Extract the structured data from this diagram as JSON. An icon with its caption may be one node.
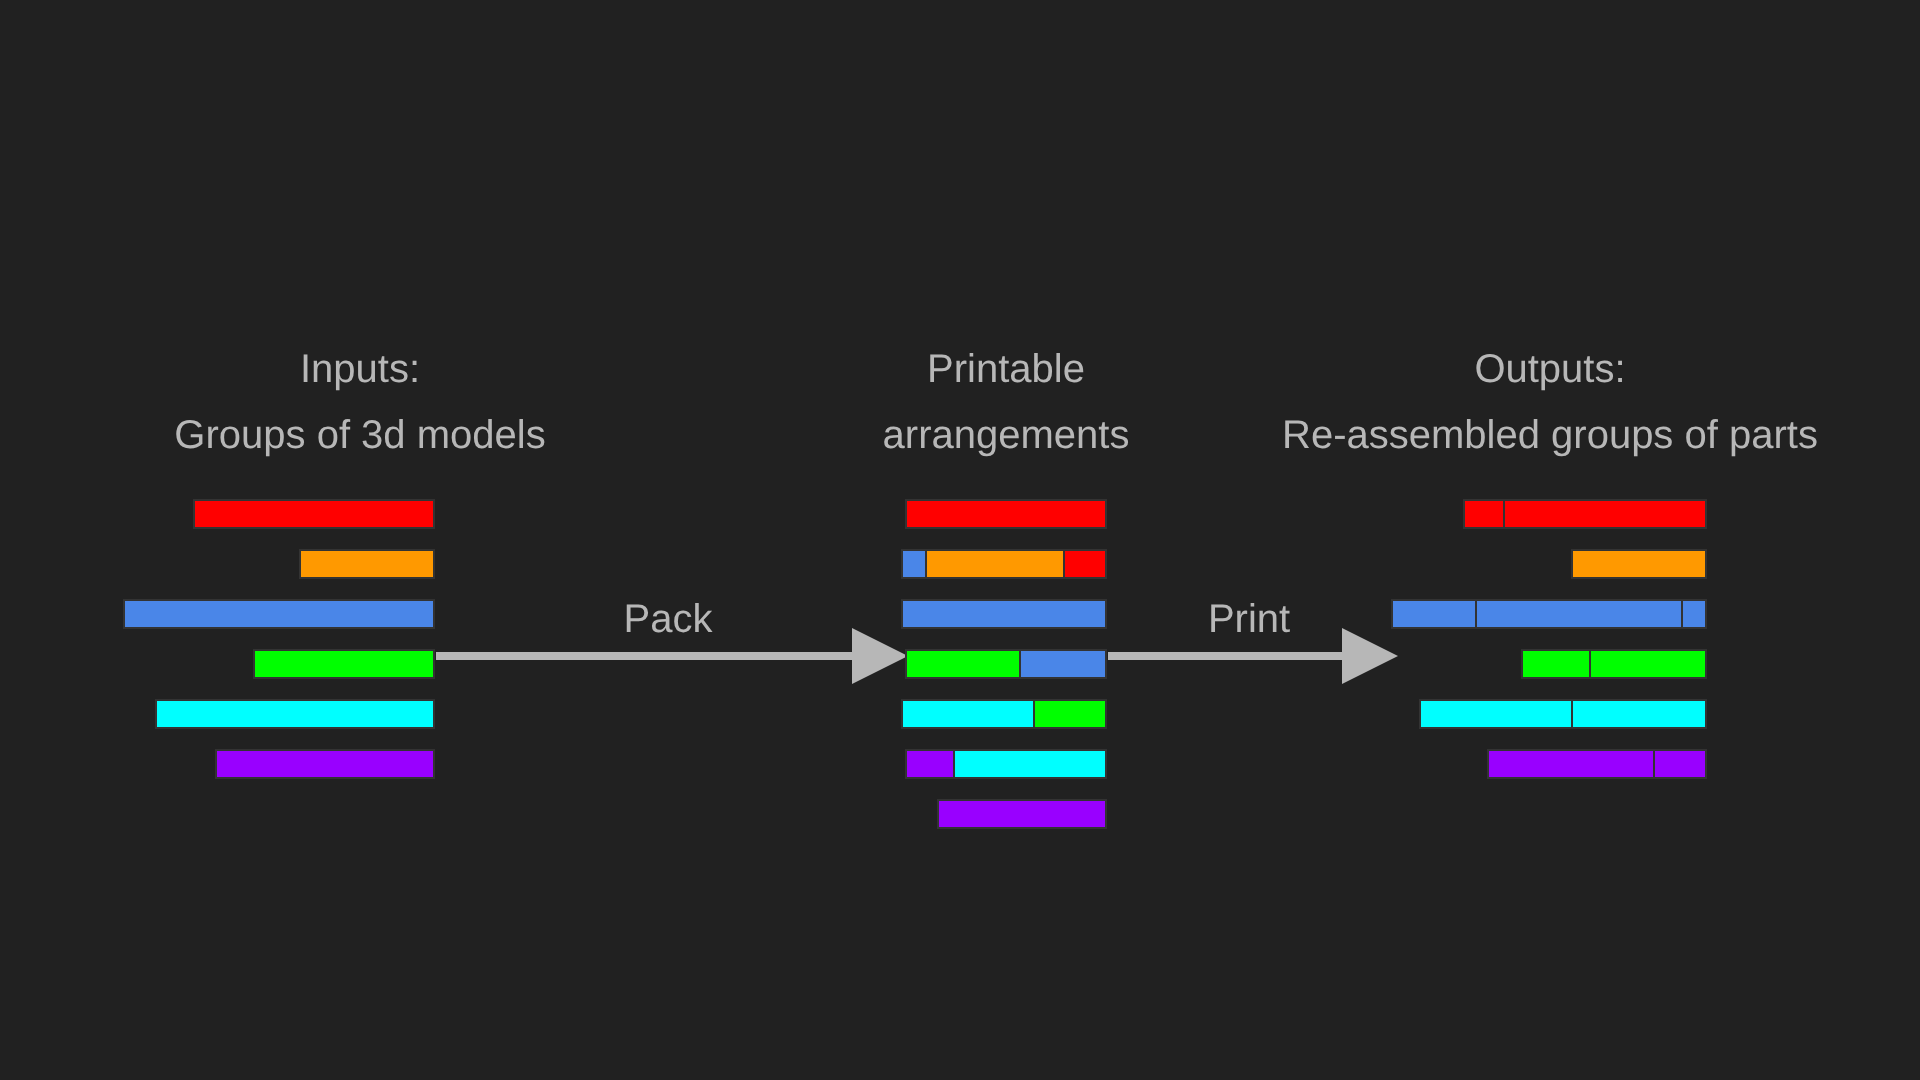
{
  "diagram": {
    "nodes": [
      {
        "text": [
          "Inputs:",
          "Groups of 3d models"
        ]
      },
      {
        "text": [
          "Printable arrangements"
        ]
      },
      {
        "text": [
          "Outputs:",
          "Re-assembled groups of parts"
        ]
      }
    ],
    "edges": [
      {
        "from": 0,
        "to": 1,
        "arrow": "to",
        "label": "Pack"
      },
      {
        "from": 1,
        "to": 2,
        "arrow": "to",
        "label": "Print"
      }
    ]
  }
}
